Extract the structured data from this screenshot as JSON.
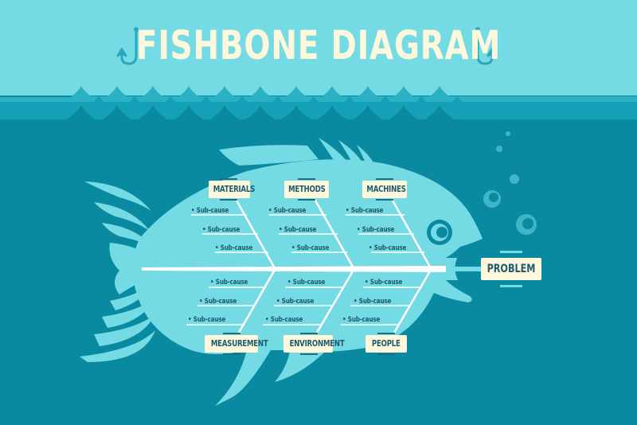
{
  "title": "FISHBONE DIAGRAM",
  "problem": "PROBLEM",
  "colors": {
    "sky": "#74dbe4",
    "sea": "#0a8aa0",
    "fish": "#74dbe4",
    "label_bg": "#fdf8dc",
    "label_text": "#1e5a6e",
    "bone": "#ffffff",
    "hook": "#2aa7bf"
  },
  "categories_top": [
    {
      "label": "MATERIALS",
      "subcauses": [
        "• Sub-cause",
        "• Sub-cause",
        "• Sub-cause"
      ]
    },
    {
      "label": "METHODS",
      "subcauses": [
        "• Sub-cause",
        "• Sub-cause",
        "• Sub-cause"
      ]
    },
    {
      "label": "MACHINES",
      "subcauses": [
        "• Sub-cause",
        "• Sub-cause",
        "• Sub-cause"
      ]
    }
  ],
  "categories_bottom": [
    {
      "label": "MEASUREMENT",
      "subcauses": [
        "• Sub-cause",
        "• Sub-cause",
        "• Sub-cause"
      ]
    },
    {
      "label": "ENVIRONMENT",
      "subcauses": [
        "• Sub-cause",
        "• Sub-cause",
        "• Sub-cause"
      ]
    },
    {
      "label": "PEOPLE",
      "subcauses": [
        "• Sub-cause",
        "• Sub-cause",
        "• Sub-cause"
      ]
    }
  ],
  "icons": [
    "fishing-hook-icon",
    "fishing-hook-icon",
    "bubble-icon",
    "fish-eye-icon"
  ]
}
